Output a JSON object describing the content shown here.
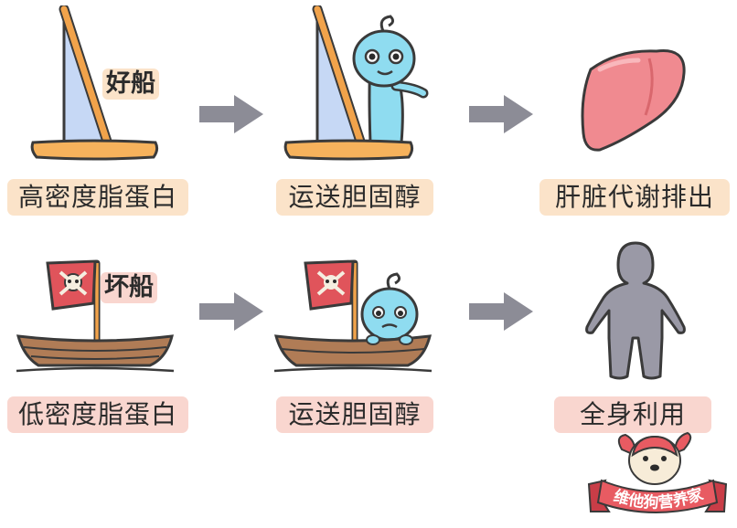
{
  "rows": [
    {
      "tag": "好船",
      "labels": [
        "高密度脂蛋白",
        "运送胆固醇",
        "肝脏代谢排出"
      ]
    },
    {
      "tag": "坏船",
      "labels": [
        "低密度脂蛋白",
        "运送胆固醇",
        "全身利用"
      ]
    }
  ],
  "brand": "维他狗营养家",
  "colors": {
    "label_bg": "#fbe3c9",
    "label_bg_red": "#f9d6cf",
    "sail": "#c6d8f5",
    "mast": "#f1a34b",
    "hull_wood": "#b07c56",
    "liver": "#f08a90",
    "body": "#9a99a6",
    "mascot": "#8fdcf0",
    "flag": "#e0545b",
    "arrow": "#8c8c96"
  }
}
